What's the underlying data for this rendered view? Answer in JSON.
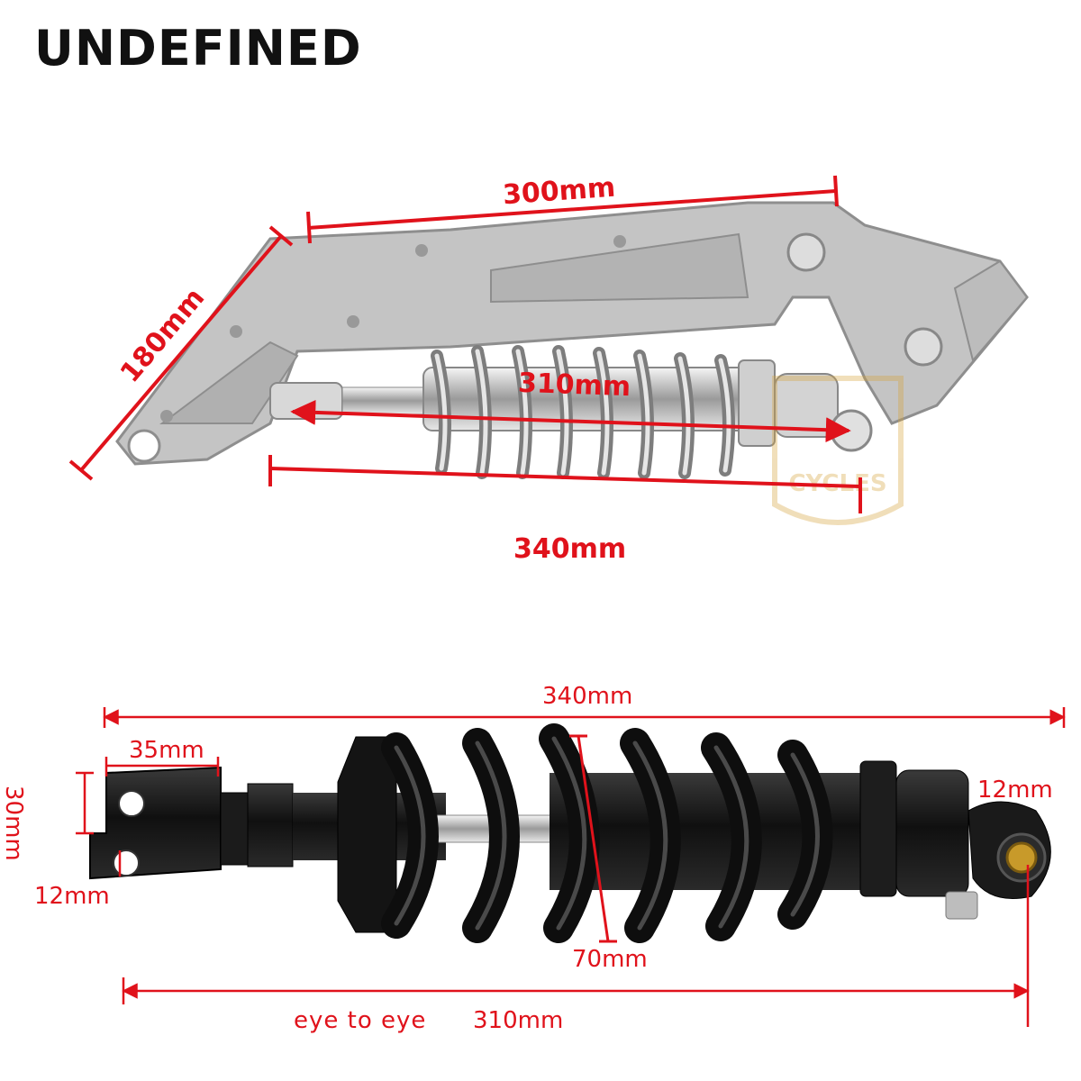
{
  "brand": "UNDEFINED",
  "top_diagram": {
    "length_top": "300mm",
    "height_side": "180mm",
    "eye_to_eye": "310mm",
    "overall": "340mm"
  },
  "bottom_diagram": {
    "overall": "340mm",
    "clevis_width": "35mm",
    "clevis_height": "30mm",
    "clevis_bolt": "12mm",
    "eye_bolt": "12mm",
    "spring_diameter": "70mm",
    "eye_to_eye_label": "eye to eye",
    "eye_to_eye_value": "310mm"
  },
  "watermark": "CYCLES",
  "colors": {
    "dimension": "#e0121b",
    "swingarm": "#bdbdbd",
    "shock_black": "#151515",
    "chrome": "#c9c9c9"
  }
}
